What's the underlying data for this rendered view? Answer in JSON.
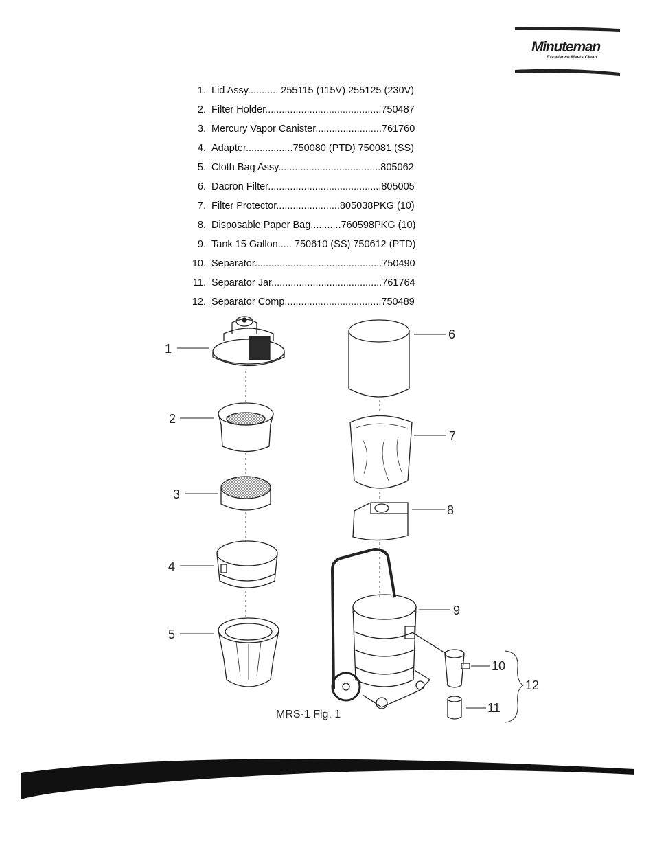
{
  "brand": {
    "name": "Minuteman",
    "tagline": "Excellence Meets Clean"
  },
  "parts_list": [
    {
      "num": "1.",
      "text": "Lid Assy........... 255115 (115V) 255125 (230V)"
    },
    {
      "num": "2.",
      "text": "Filter Holder..........................................750487"
    },
    {
      "num": "3.",
      "text": "Mercury Vapor Canister........................761760"
    },
    {
      "num": "4.",
      "text": "Adapter.................750080 (PTD) 750081 (SS)"
    },
    {
      "num": "5.",
      "text": "Cloth Bag Assy.....................................805062"
    },
    {
      "num": "6.",
      "text": "Dacron Filter.........................................805005"
    },
    {
      "num": "7.",
      "text": "Filter Protector.......................805038PKG (10)"
    },
    {
      "num": "8.",
      "text": "Disposable Paper Bag...........760598PKG (10)"
    },
    {
      "num": "9.",
      "text": "Tank 15 Gallon..... 750610 (SS) 750612 (PTD)"
    },
    {
      "num": "10.",
      "text": "Separator..............................................750490"
    },
    {
      "num": "11.",
      "text": "Separator Jar........................................761764"
    },
    {
      "num": "12.",
      "text": "Separator Comp...................................750489"
    }
  ],
  "callouts": [
    "1",
    "2",
    "3",
    "4",
    "5",
    "6",
    "7",
    "8",
    "9",
    "10",
    "11",
    "12"
  ],
  "figure_caption": "MRS-1  Fig. 1"
}
